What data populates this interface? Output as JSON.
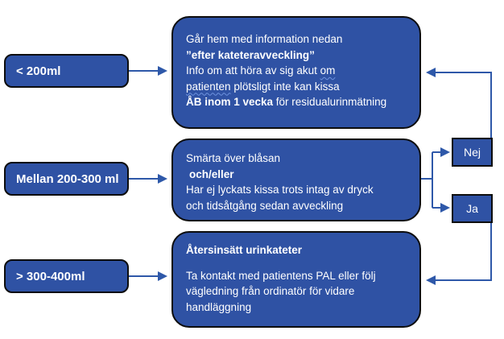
{
  "flow": {
    "volume_boxes": [
      {
        "label": "< 200ml"
      },
      {
        "label": "Mellan 200-300 ml"
      },
      {
        "label": "> 300-400ml"
      }
    ],
    "outcome_under_200": {
      "line1": "Går hem med information nedan",
      "line2": "”efter kateteravveckling”",
      "line3a": "Info om att höra av sig akut ",
      "line3b": "om",
      "line4a": "patienten",
      "line4b": " plötsligt inte kan kissa",
      "line5a": "ÅB inom 1 vecka",
      "line5b": " för residualurinmätning"
    },
    "outcome_200_300": {
      "line1": "Smärta över blåsan",
      "line2": "och/eller",
      "line3": "Har ej lyckats kissa trots intag av dryck",
      "line4": "och tidsåtgång sedan avveckling"
    },
    "outcome_over_300": {
      "title": "Återsinsätt urinkateter",
      "line1": "Ta kontakt med patientens PAL eller följ",
      "line2": "vägledning från ordinatör för vidare",
      "line3": "handläggning"
    },
    "decisions": {
      "no": "Nej",
      "yes": "Ja"
    },
    "colors": {
      "box_fill": "#2F52A4",
      "box_border": "#0D0D0D",
      "connector": "#2E58A9",
      "text": "#FFFFFF"
    }
  }
}
